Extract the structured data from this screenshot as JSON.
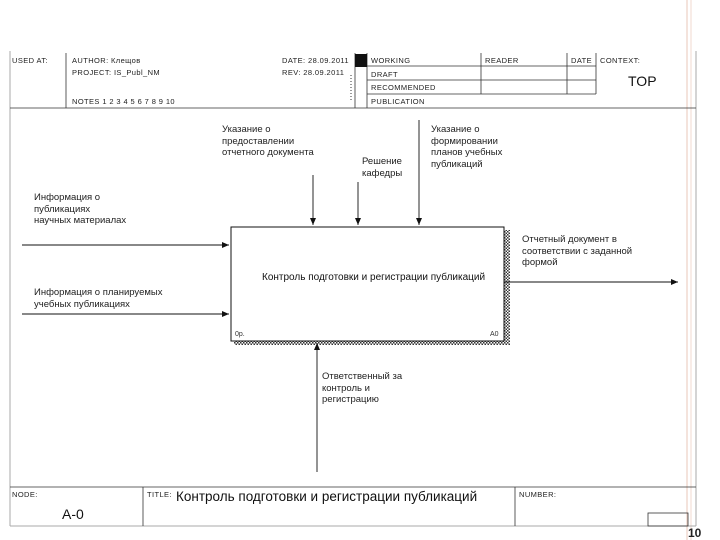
{
  "header": {
    "used_at": "USED AT:",
    "author": "AUTHOR: Клещов",
    "project": "PROJECT: IS_Publ_NM",
    "notes": "NOTES 1 2 3 4 5 6 7 8 9 10",
    "date": "DATE: 28.09.2011",
    "rev": "REV: 28.09.2011",
    "status": [
      "WORKING",
      "DRAFT",
      "RECOMMENDED",
      "PUBLICATION"
    ],
    "reader": "READER",
    "reader_date": "DATE",
    "context": "CONTEXT:",
    "top": "TOP"
  },
  "diagram": {
    "box_title": "Контроль подготовки и регистрации публикаций",
    "box_cost": "0p.",
    "box_number": "A0",
    "controls": [
      "Указание о предоставлении отчетного документа",
      "Решение кафедры",
      "Указание о формировании планов учебных публикаций"
    ],
    "inputs": [
      "Информация о публикациях научных материалах",
      "Информация о планируемых учебных публикациях"
    ],
    "output": "Отчетный документ в соответствии с заданной формой",
    "mechanism": "Ответственный за контроль и регистрацию"
  },
  "footer": {
    "node_label": "NODE:",
    "node": "A-0",
    "title_label": "TITLE:",
    "title": "Контроль подготовки и регистрации публикаций",
    "number_label": "NUMBER:"
  },
  "page_number": "10"
}
